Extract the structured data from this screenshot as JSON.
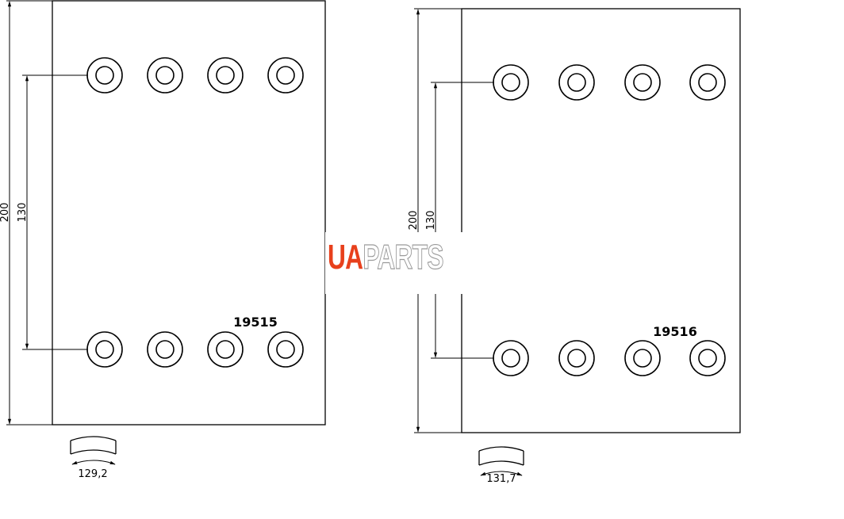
{
  "logo": {
    "part1": "UA",
    "part2": "PARTS",
    "accent_color": "#e8401c",
    "outline_color": "#9a9a9a"
  },
  "drawings": [
    {
      "part_number": "19515",
      "height_dim": "200",
      "hole_spacing_dim": "130",
      "radius_dim": "129,2",
      "holes_per_row": 4
    },
    {
      "part_number": "19516",
      "height_dim": "200",
      "hole_spacing_dim": "130",
      "radius_dim": "131,7",
      "holes_per_row": 4
    }
  ]
}
